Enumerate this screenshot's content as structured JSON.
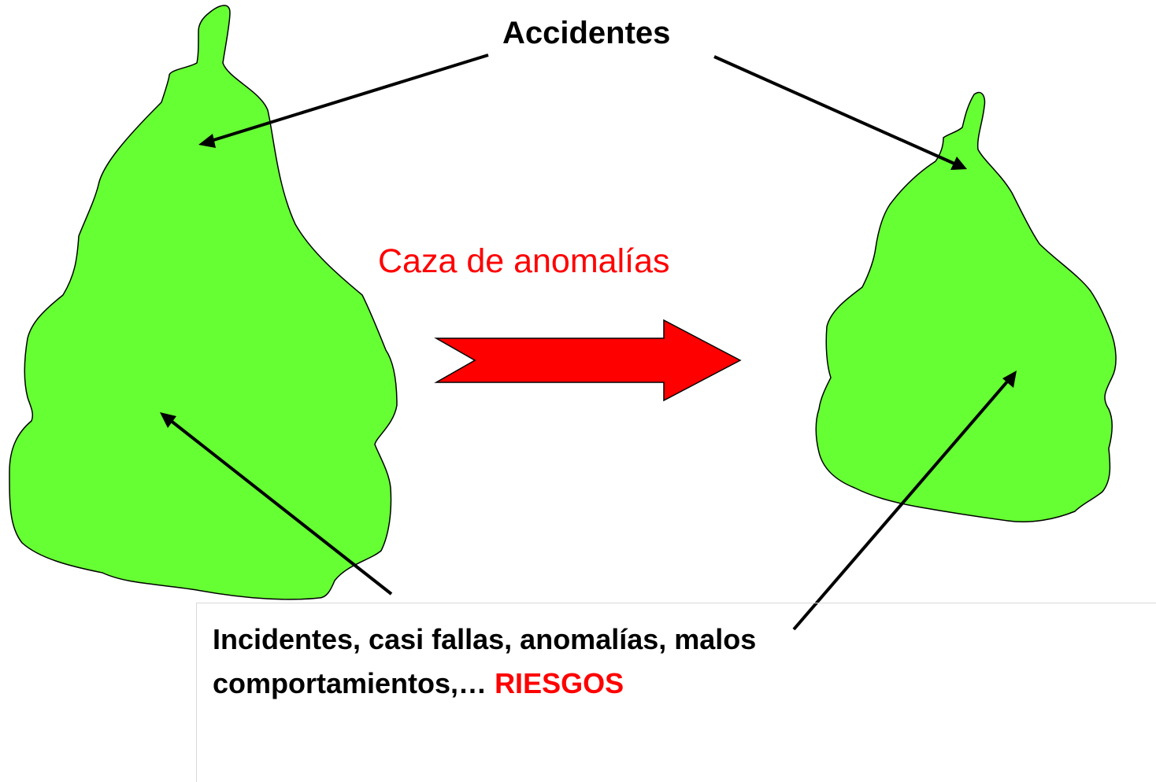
{
  "labels": {
    "accidentes": "Accidentes",
    "caza": "Caza de anomalías",
    "incidentes_line1": "Incidentes,  casi fallas, anomalías, malos",
    "incidentes_line2": "comportamientos,… ",
    "riesgos": "RIESGOS"
  },
  "colors": {
    "shape_fill": "#66ff33",
    "shape_stroke": "#000000",
    "arrow_fill": "#ff0000",
    "highlight_text": "#ff0000",
    "body_text": "#000000"
  },
  "icons": {
    "transition_arrow": "block-arrow-right"
  }
}
